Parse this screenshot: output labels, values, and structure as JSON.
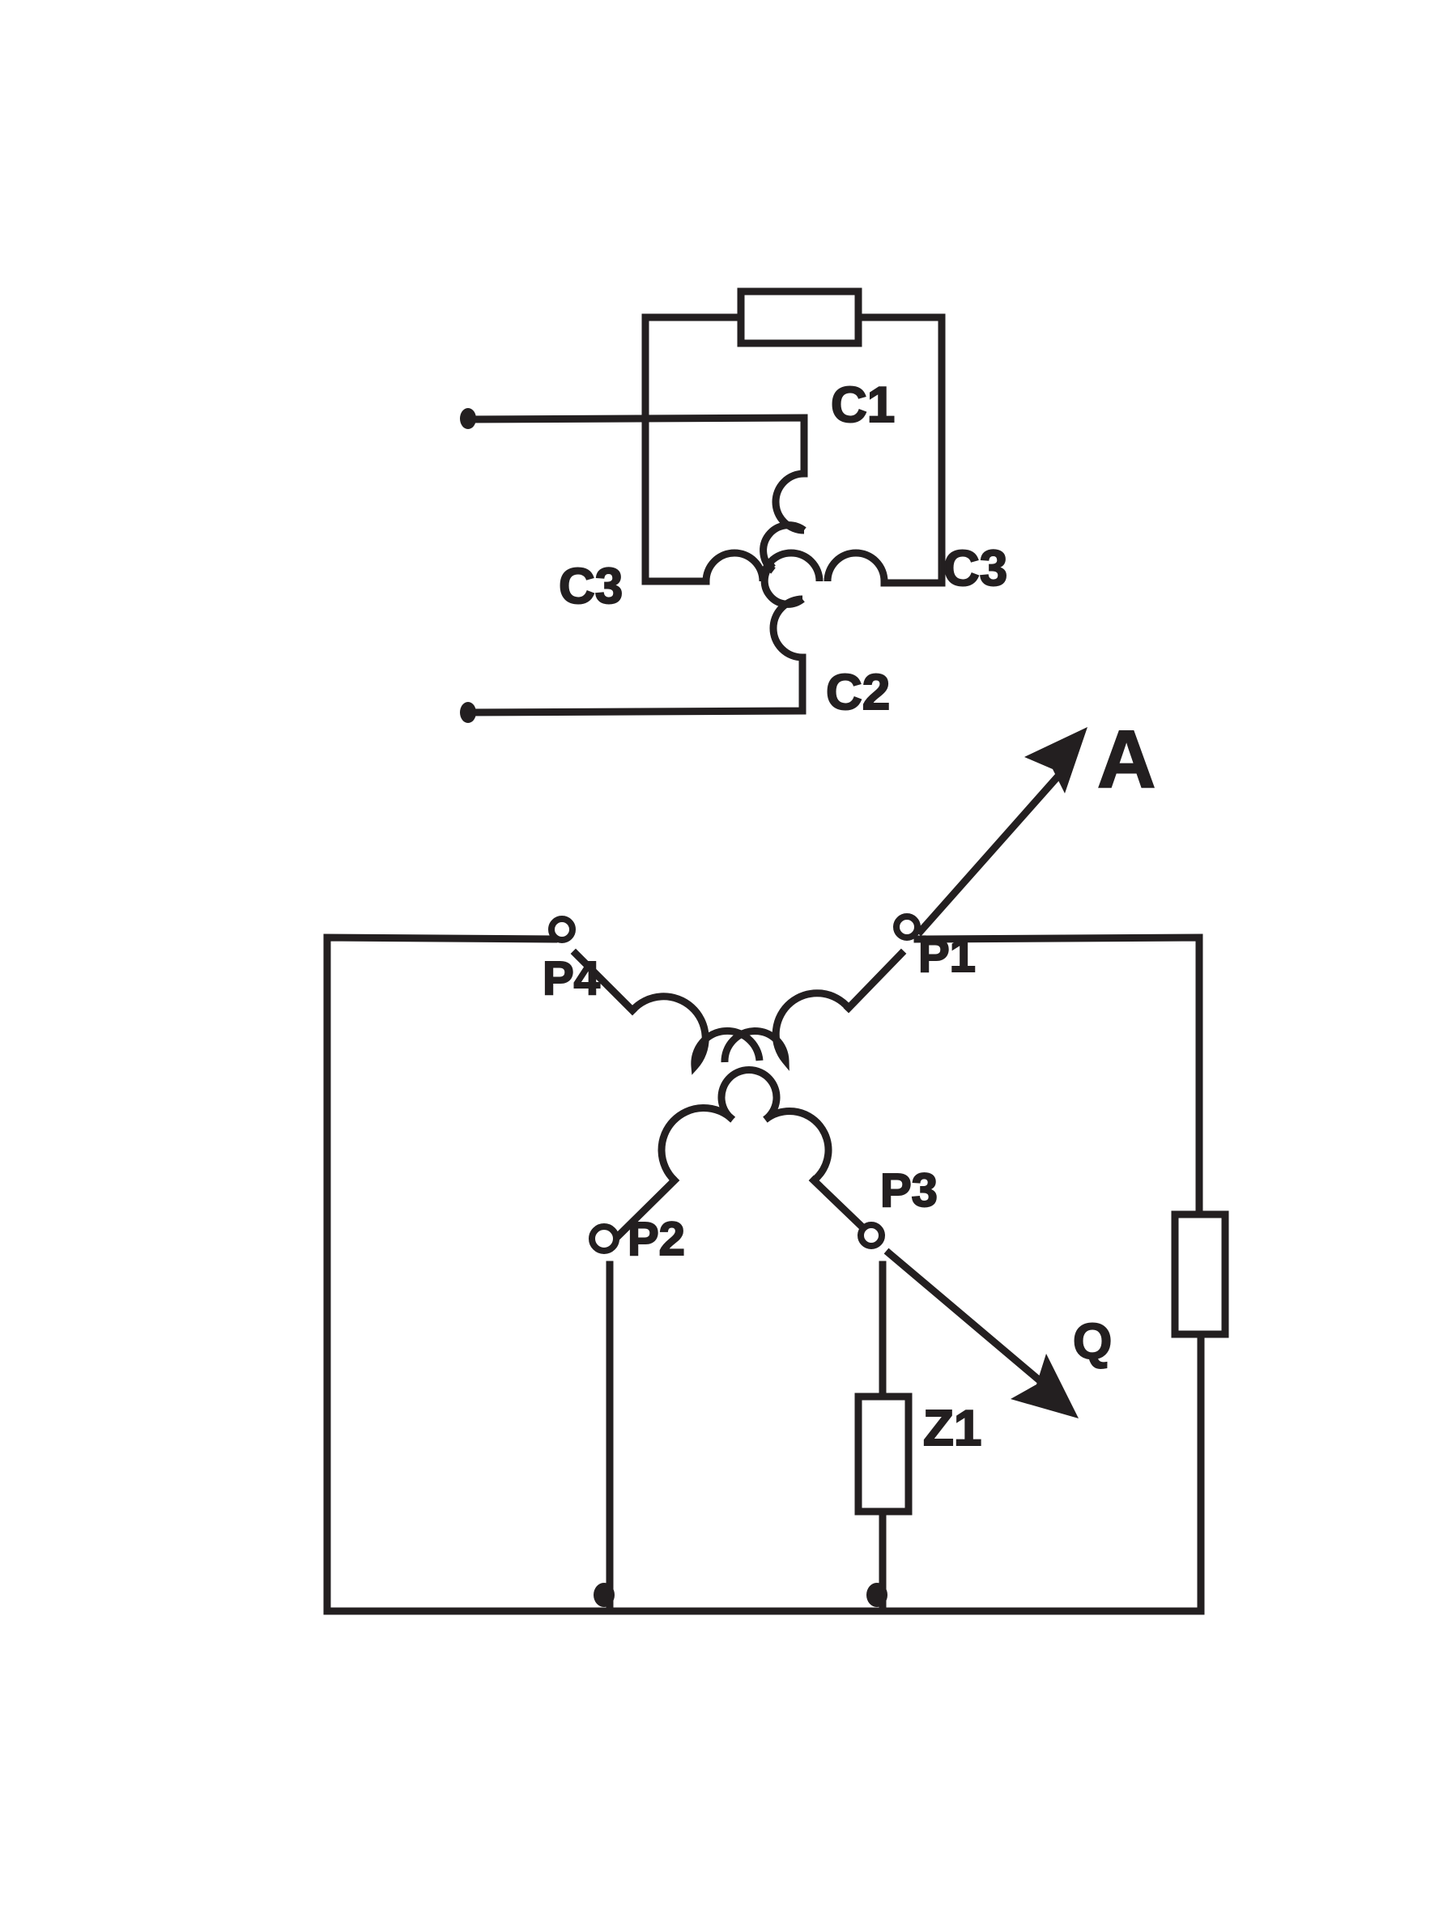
{
  "diagram": {
    "labels": {
      "c1": "C1",
      "c2": "C2",
      "c3_left": "C3",
      "c3_right": "C3",
      "a": "A",
      "q": "Q",
      "p1": "P1",
      "p2": "P2",
      "p3": "P3",
      "p4": "P4",
      "z1": "Z1"
    }
  }
}
